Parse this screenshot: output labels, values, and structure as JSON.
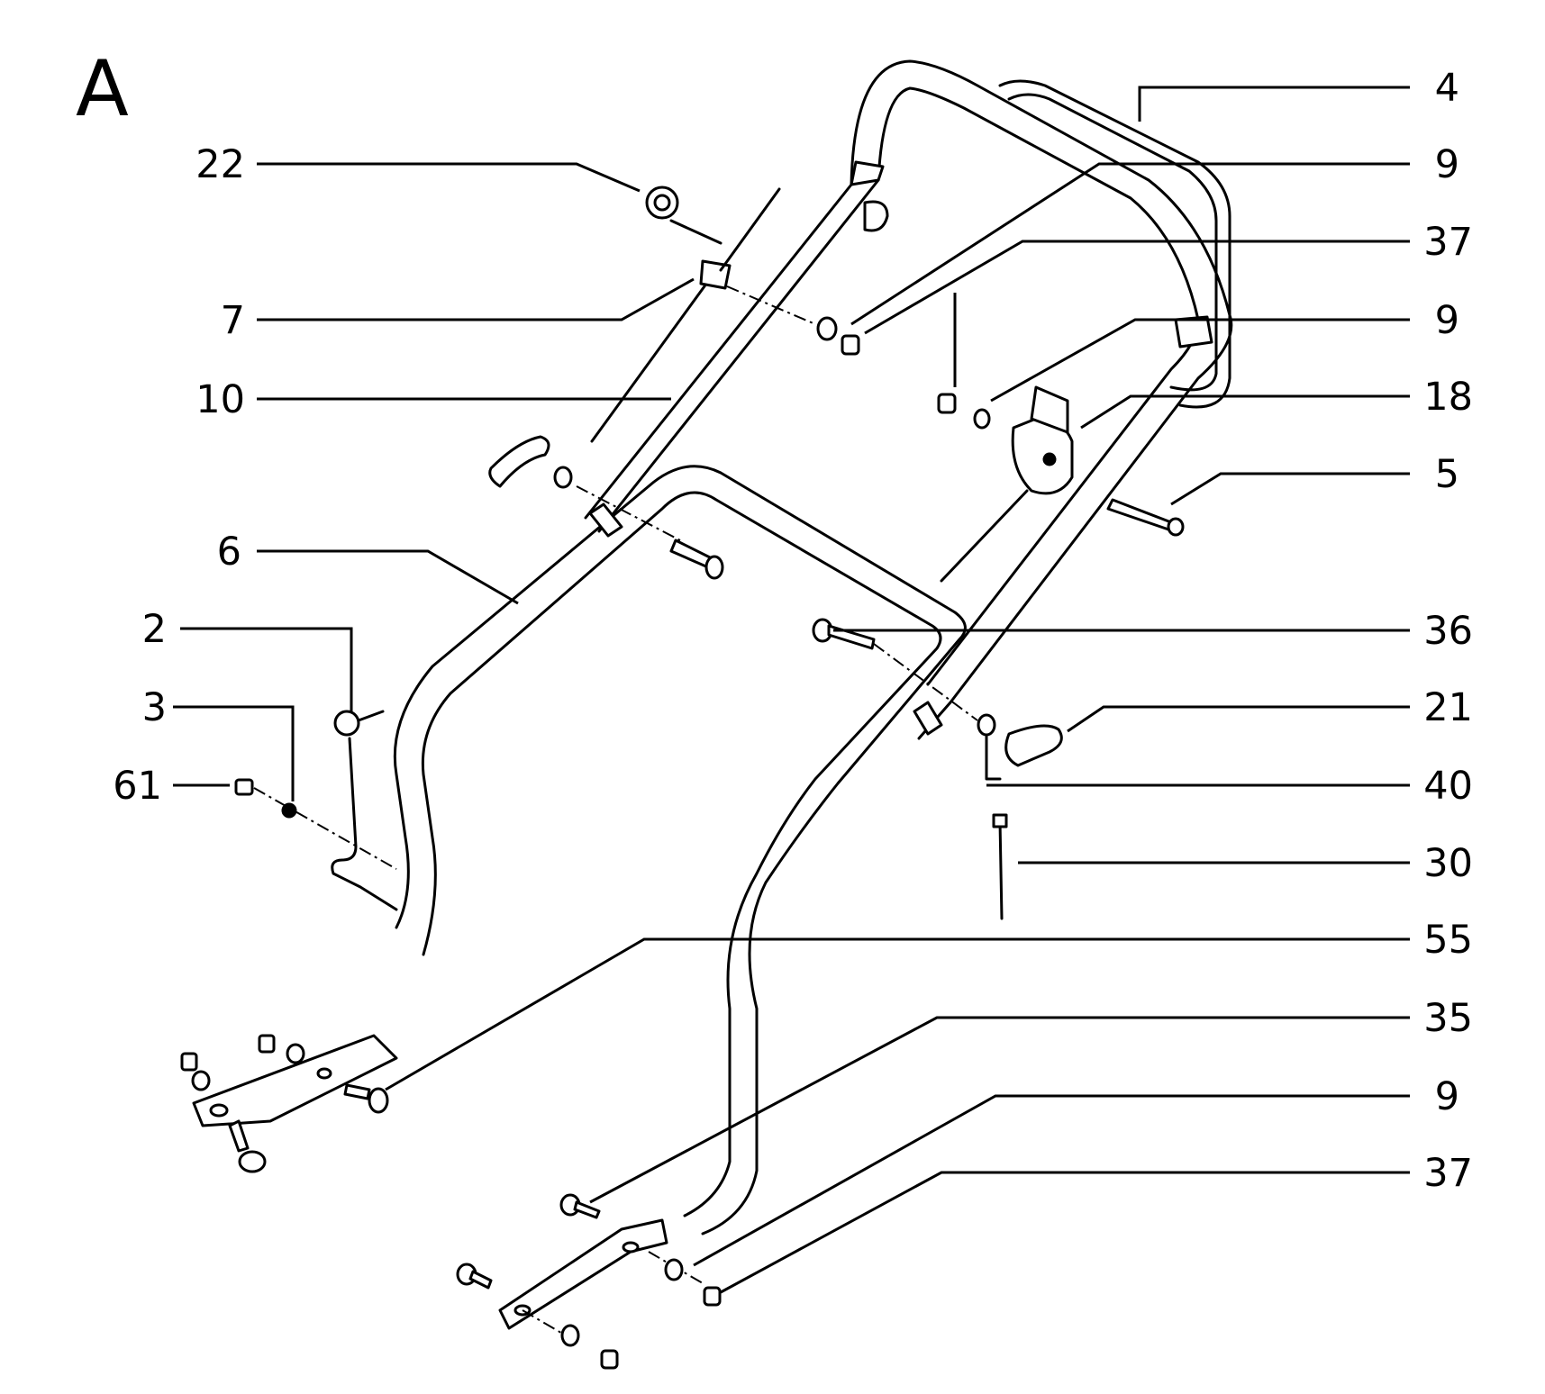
{
  "section_label": "A",
  "callouts": {
    "p4": "4",
    "p9_a": "9",
    "p37_a": "37",
    "p9_b": "9",
    "p18": "18",
    "p5": "5",
    "p36": "36",
    "p21": "21",
    "p40": "40",
    "p30": "30",
    "p55": "55",
    "p35": "35",
    "p9_c": "9",
    "p37_b": "37",
    "p22": "22",
    "p7": "7",
    "p10": "10",
    "p6": "6",
    "p2": "2",
    "p3": "3",
    "p61": "61"
  }
}
